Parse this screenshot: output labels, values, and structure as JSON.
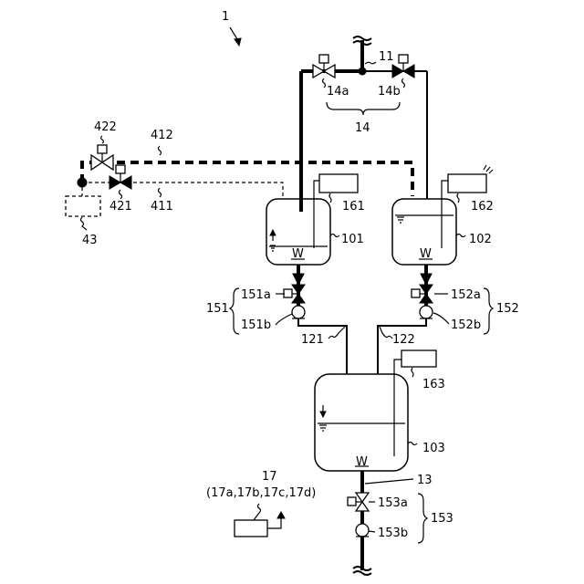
{
  "diagram": {
    "ref_system": "1",
    "tanks": {
      "t101": "101",
      "t102": "102",
      "t103": "103",
      "water_mark": "W"
    },
    "sensors": {
      "s161": "161",
      "s162": "162",
      "s163": "163"
    },
    "pipes": {
      "p11": "11",
      "p121": "121",
      "p122": "122",
      "p13": "13",
      "p411": "411",
      "p412": "412"
    },
    "valves": {
      "v14": "14",
      "v14a": "14a",
      "v14b": "14b",
      "v421": "421",
      "v422": "422"
    },
    "units": {
      "u151": "151",
      "u151a": "151a",
      "u151b": "151b",
      "u152": "152",
      "u152a": "152a",
      "u152b": "152b",
      "u153": "153",
      "u153a": "153a",
      "u153b": "153b"
    },
    "aux": {
      "a43": "43",
      "a17": "17",
      "a17sub": "(17a,17b,17c,17d)"
    }
  }
}
